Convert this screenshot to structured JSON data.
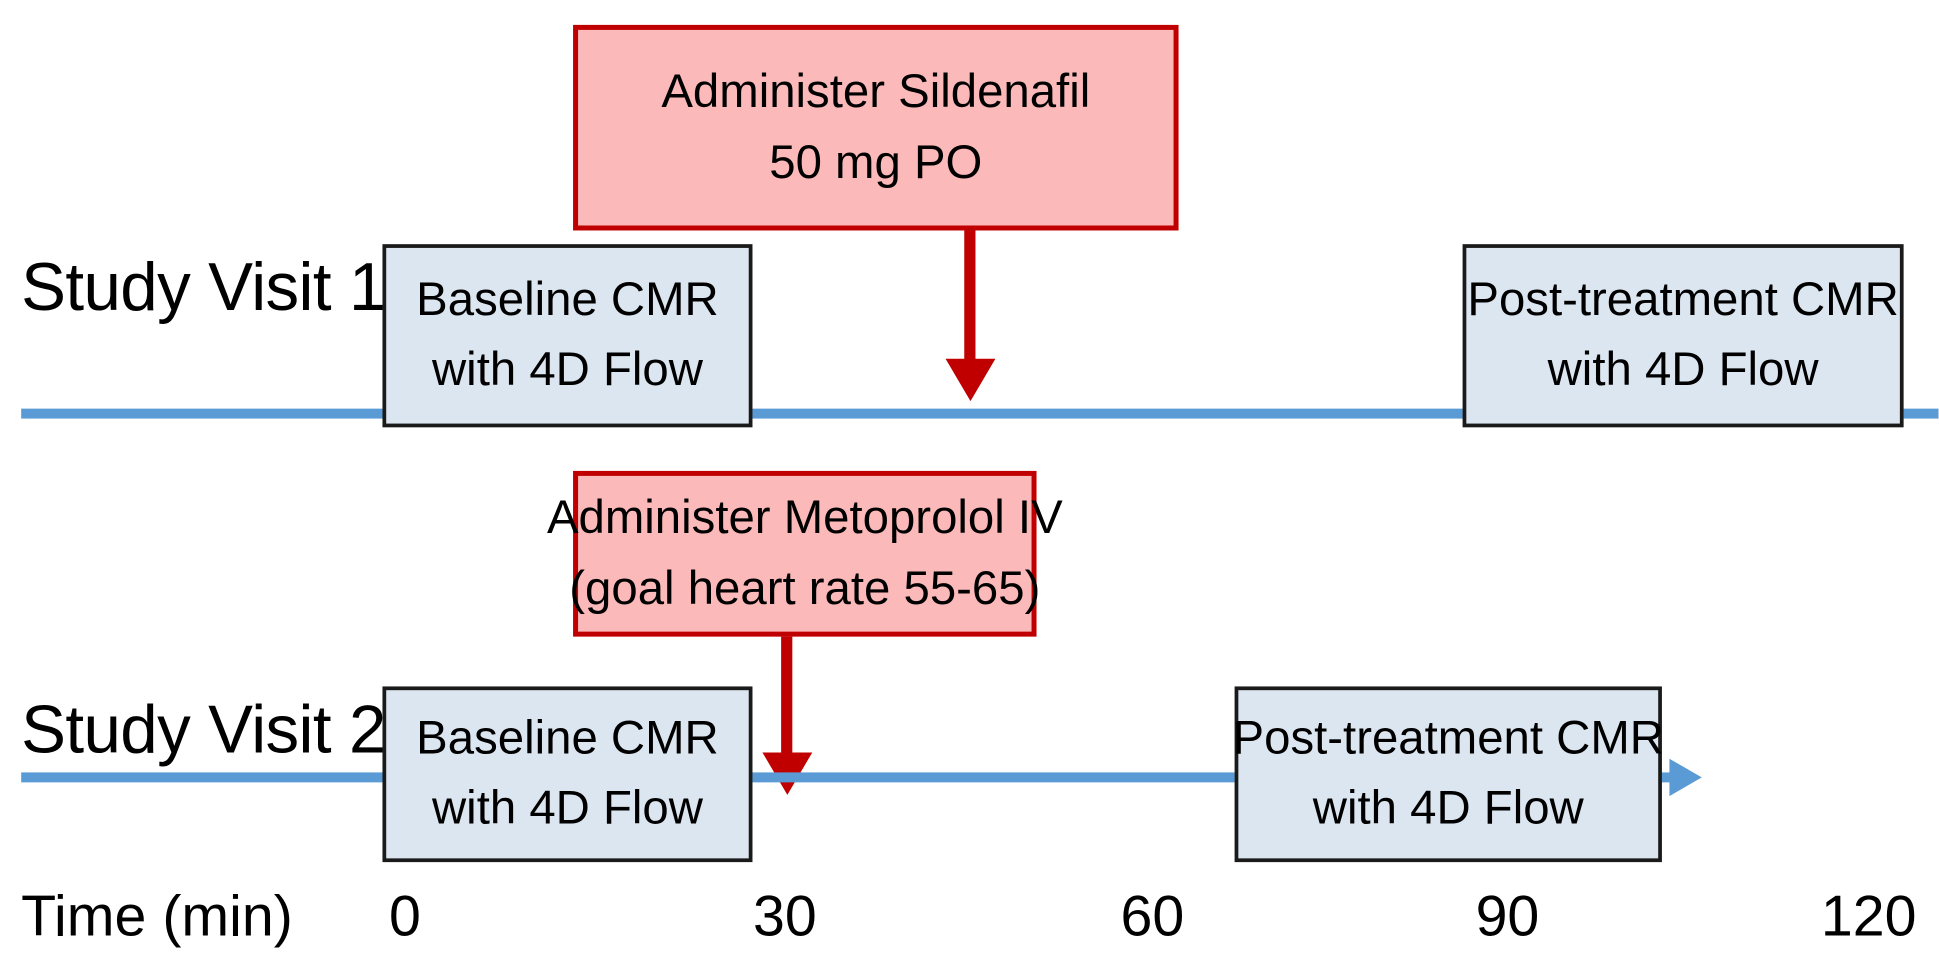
{
  "figure": {
    "kind": "study-protocol-timeline",
    "colors": {
      "timeline_blue": "#5b9bd5",
      "cmr_box_fill": "#dce6f1",
      "cmr_box_border": "#1a1a1a",
      "drug_box_fill": "#fcb9b9",
      "drug_box_border": "#c00000",
      "drug_arrow": "#c00000",
      "text": "#000000"
    }
  },
  "visits": [
    {
      "id": "visit-1",
      "label": "Study Visit 1",
      "intervention": {
        "line1": "Administer Sildenafil",
        "line2": "50 mg PO",
        "time_min": 30
      },
      "baseline_scan": {
        "line1": "Baseline CMR",
        "line2": "with 4D Flow",
        "start_min": 0,
        "end_min": 30
      },
      "post_scan": {
        "line1": "Post-treatment CMR",
        "line2": "with 4D Flow",
        "start_min": 87,
        "end_min": 120
      }
    },
    {
      "id": "visit-2",
      "label": "Study Visit 2",
      "intervention": {
        "line1": "Administer Metoprolol IV",
        "line2": "(goal heart rate 55-65)",
        "time_min": 30
      },
      "baseline_scan": {
        "line1": "Baseline CMR",
        "line2": "with 4D Flow",
        "start_min": 0,
        "end_min": 30
      },
      "post_scan": {
        "line1": "Post-treatment CMR",
        "line2": "with 4D Flow",
        "start_min": 67,
        "end_min": 103
      }
    }
  ],
  "axis": {
    "title": "Time (min)",
    "ticks": [
      "0",
      "30",
      "60",
      "90",
      "120"
    ]
  },
  "chart_data": {
    "type": "table",
    "title": "Study Visit Protocol Timeline",
    "xlabel": "Time (min)",
    "ylabel": "",
    "x_ticks": [
      0,
      30,
      60,
      90,
      120
    ],
    "xlim": [
      0,
      120
    ],
    "grid": false,
    "legend": "none",
    "series": [
      {
        "name": "Study Visit 1",
        "events": [
          {
            "label": "Baseline CMR with 4D Flow",
            "type": "scan",
            "start_min": 0,
            "end_min": 30
          },
          {
            "label": "Administer Sildenafil 50 mg PO",
            "type": "intervention",
            "time_min": 30
          },
          {
            "label": "Post-treatment CMR with 4D Flow",
            "type": "scan",
            "start_min": 87,
            "end_min": 120
          }
        ]
      },
      {
        "name": "Study Visit 2",
        "events": [
          {
            "label": "Baseline CMR with 4D Flow",
            "type": "scan",
            "start_min": 0,
            "end_min": 30
          },
          {
            "label": "Administer Metoprolol IV (goal heart rate 55-65)",
            "type": "intervention",
            "time_min": 30
          },
          {
            "label": "Post-treatment CMR with 4D Flow",
            "type": "scan",
            "start_min": 67,
            "end_min": 103
          }
        ]
      }
    ]
  }
}
